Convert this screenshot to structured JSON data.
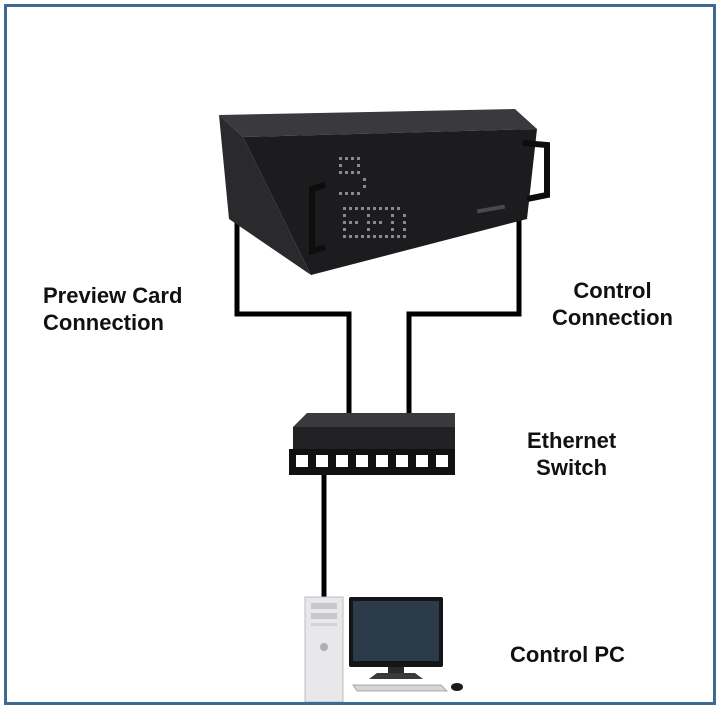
{
  "colors": {
    "frame": "#3d6a91",
    "cable": "#000000",
    "device": "#1c1c1e"
  },
  "icons": {
    "processor": "video-wall-processor-icon",
    "switch": "ethernet-switch-icon",
    "pc": "desktop-computer-icon"
  },
  "labels": {
    "preview": {
      "line1": "Preview Card",
      "line2": "Connection"
    },
    "control": {
      "line1": "Control",
      "line2": "Connection"
    },
    "switch": {
      "line1": "Ethernet",
      "line2": "Switch"
    },
    "pc": "Control PC"
  }
}
